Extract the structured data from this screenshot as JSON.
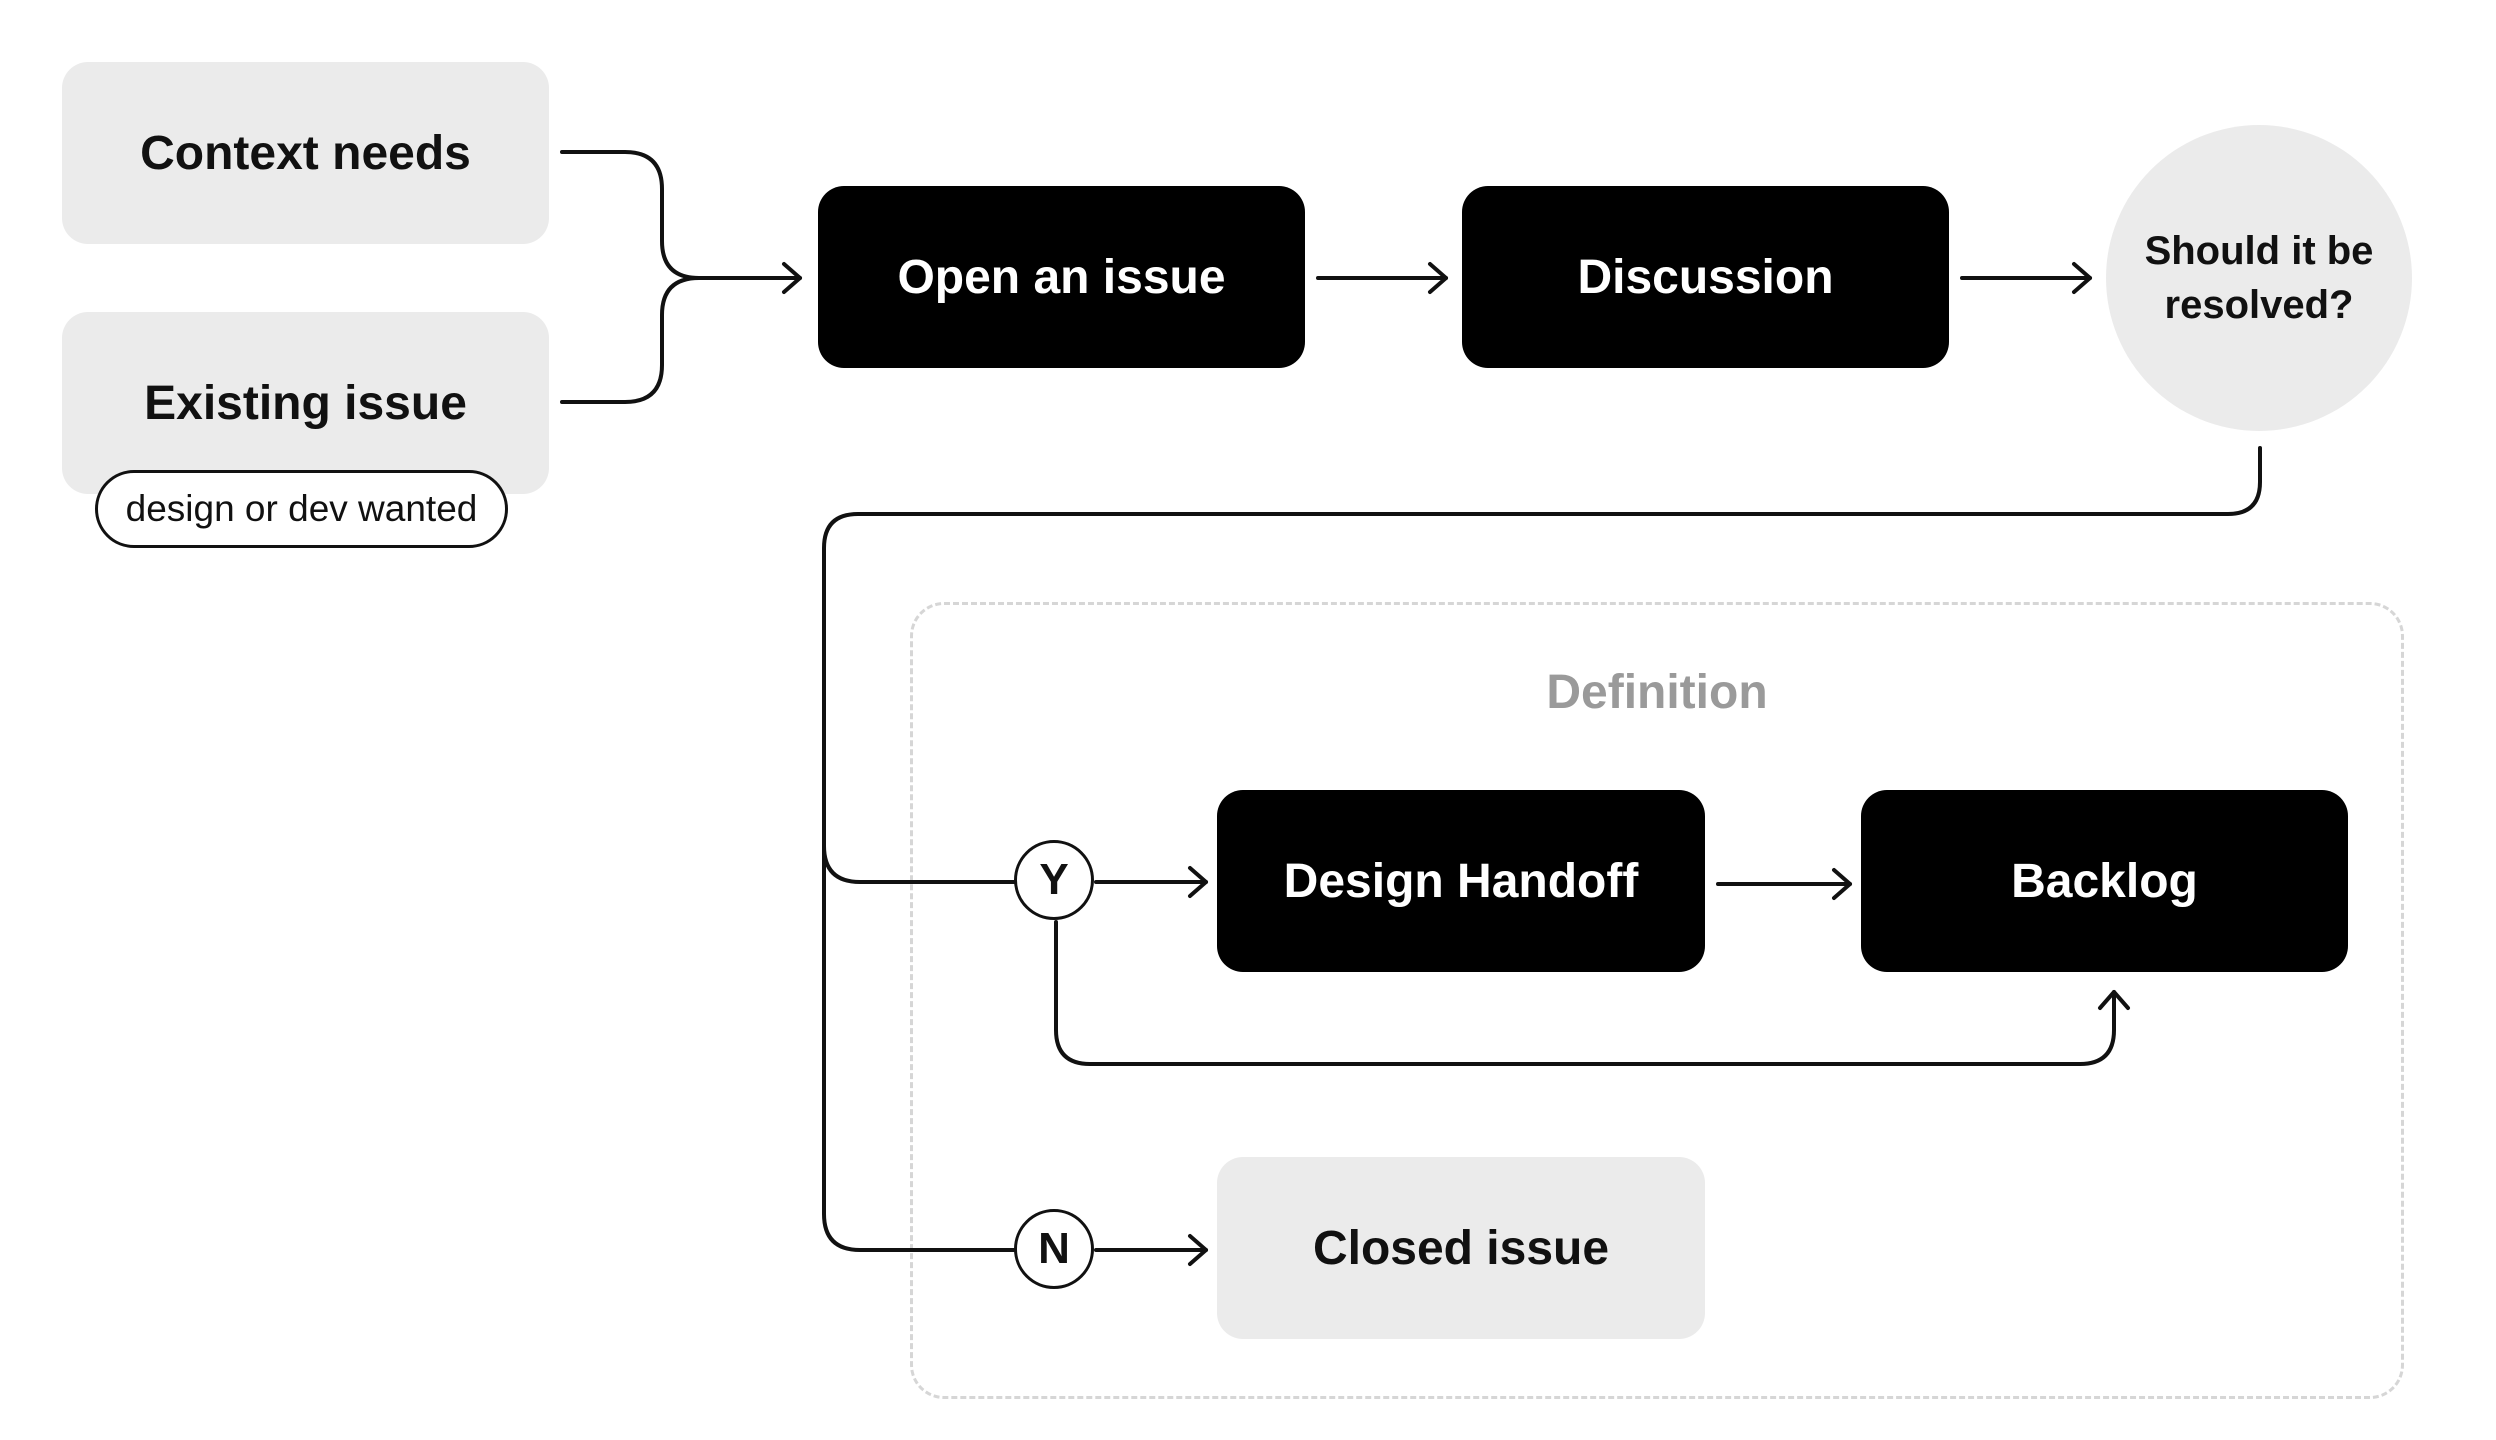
{
  "nodes": {
    "context_needs": "Context needs",
    "existing_issue": "Existing issue",
    "existing_issue_tag": "design or dev wanted",
    "open_issue": "Open an issue",
    "discussion": "Discussion",
    "decision": "Should it be resolved?",
    "design_handoff": "Design Handoff",
    "backlog": "Backlog",
    "closed_issue": "Closed issue"
  },
  "group": {
    "title": "Definition"
  },
  "branches": {
    "yes": "Y",
    "no": "N"
  },
  "colors": {
    "dark_node": "#000000",
    "light_node": "#ebebeb",
    "connector": "#111111",
    "group_border": "#d6d6d6",
    "group_title": "#9a9a9a"
  }
}
